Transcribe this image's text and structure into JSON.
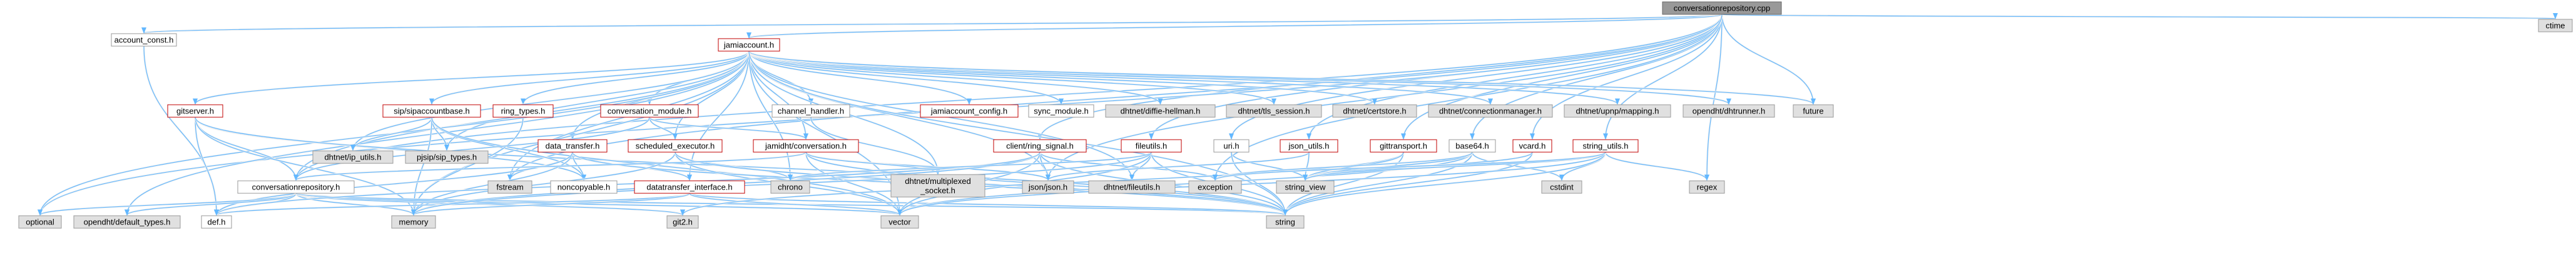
{
  "colors": {
    "edge": "#63b8ff",
    "edge_outline": "#f0f0f0",
    "root_fill": "#999999",
    "root_border": "#666666",
    "documented_fill": "#ffffff",
    "documented_border": "#c00000",
    "plain_fill": "#ffffff",
    "plain_border": "#999999",
    "external_fill": "#e0e0e0",
    "external_border": "#999999"
  },
  "nodes": [
    {
      "id": "root",
      "label": "conversationrepository.cpp",
      "kind": "root"
    },
    {
      "id": "ctime",
      "label": "ctime",
      "kind": "external"
    },
    {
      "id": "account_const",
      "label": "account_const.h",
      "kind": "plain"
    },
    {
      "id": "jamiaccount",
      "label": "jamiaccount.h",
      "kind": "documented"
    },
    {
      "id": "gitserver",
      "label": "gitserver.h",
      "kind": "documented"
    },
    {
      "id": "sipaccountbase",
      "label": "sip/sipaccountbase.h",
      "kind": "documented"
    },
    {
      "id": "ring_types",
      "label": "ring_types.h",
      "kind": "documented"
    },
    {
      "id": "conversation_module",
      "label": "conversation_module.h",
      "kind": "documented"
    },
    {
      "id": "data_transfer",
      "label": "data_transfer.h",
      "kind": "documented"
    },
    {
      "id": "scheduled_executor",
      "label": "scheduled_executor.h",
      "kind": "documented"
    },
    {
      "id": "channel_handler",
      "label": "channel_handler.h",
      "kind": "plain"
    },
    {
      "id": "jamidht_conversation",
      "label": "jamidht/conversation.h",
      "kind": "documented"
    },
    {
      "id": "jamiaccount_config",
      "label": "jamiaccount_config.h",
      "kind": "documented"
    },
    {
      "id": "sync_module",
      "label": "sync_module.h",
      "kind": "plain"
    },
    {
      "id": "diffie_hellman",
      "label": "dhtnet/diffie-hellman.h",
      "kind": "external"
    },
    {
      "id": "tls_session",
      "label": "dhtnet/tls_session.h",
      "kind": "external"
    },
    {
      "id": "certstore",
      "label": "dhtnet/certstore.h",
      "kind": "external"
    },
    {
      "id": "connectionmanager",
      "label": "dhtnet/connectionmanager.h",
      "kind": "external"
    },
    {
      "id": "upnp_mapping",
      "label": "dhtnet/upnp/mapping.h",
      "kind": "external"
    },
    {
      "id": "dhtrunner",
      "label": "opendht/dhtrunner.h",
      "kind": "external"
    },
    {
      "id": "future",
      "label": "future",
      "kind": "external"
    },
    {
      "id": "client_ring_signal",
      "label": "client/ring_signal.h",
      "kind": "documented"
    },
    {
      "id": "fileutils",
      "label": "fileutils.h",
      "kind": "documented"
    },
    {
      "id": "uri",
      "label": "uri.h",
      "kind": "plain"
    },
    {
      "id": "json_utils",
      "label": "json_utils.h",
      "kind": "documented"
    },
    {
      "id": "gittransport",
      "label": "gittransport.h",
      "kind": "documented"
    },
    {
      "id": "base64",
      "label": "base64.h",
      "kind": "plain"
    },
    {
      "id": "vcard",
      "label": "vcard.h",
      "kind": "documented"
    },
    {
      "id": "string_utils",
      "label": "string_utils.h",
      "kind": "documented"
    },
    {
      "id": "regex",
      "label": "regex",
      "kind": "external"
    },
    {
      "id": "dhtnet_ip_utils",
      "label": "dhtnet/ip_utils.h",
      "kind": "external"
    },
    {
      "id": "pjsip_types",
      "label": "pjsip/sip_types.h",
      "kind": "external"
    },
    {
      "id": "conversationrepository_h",
      "label": "conversationrepository.h",
      "kind": "plain"
    },
    {
      "id": "fstream",
      "label": "fstream",
      "kind": "external"
    },
    {
      "id": "noncopyable",
      "label": "noncopyable.h",
      "kind": "plain"
    },
    {
      "id": "datatransfer_interface",
      "label": "datatransfer_interface.h",
      "kind": "documented"
    },
    {
      "id": "chrono",
      "label": "chrono",
      "kind": "external"
    },
    {
      "id": "multiplexed_socket",
      "label": "dhtnet/multiplexed\n_socket.h",
      "kind": "external"
    },
    {
      "id": "jsoncpp",
      "label": "json/json.h",
      "kind": "external"
    },
    {
      "id": "dhtnet_fileutils",
      "label": "dhtnet/fileutils.h",
      "kind": "external"
    },
    {
      "id": "exception",
      "label": "exception",
      "kind": "external"
    },
    {
      "id": "string_view",
      "label": "string_view",
      "kind": "external"
    },
    {
      "id": "cstdint",
      "label": "cstdint",
      "kind": "external"
    },
    {
      "id": "optional",
      "label": "optional",
      "kind": "external"
    },
    {
      "id": "default_types",
      "label": "opendht/default_types.h",
      "kind": "external"
    },
    {
      "id": "def",
      "label": "def.h",
      "kind": "plain"
    },
    {
      "id": "memory",
      "label": "memory",
      "kind": "external"
    },
    {
      "id": "git2",
      "label": "git2.h",
      "kind": "external"
    },
    {
      "id": "vector",
      "label": "vector",
      "kind": "external"
    },
    {
      "id": "string",
      "label": "string",
      "kind": "external"
    }
  ],
  "edges": [
    [
      "root",
      "ctime"
    ],
    [
      "root",
      "account_const"
    ],
    [
      "root",
      "jamiaccount"
    ],
    [
      "root",
      "client_ring_signal"
    ],
    [
      "root",
      "fileutils"
    ],
    [
      "root",
      "uri"
    ],
    [
      "root",
      "json_utils"
    ],
    [
      "root",
      "gittransport"
    ],
    [
      "root",
      "base64"
    ],
    [
      "root",
      "vcard"
    ],
    [
      "root",
      "string_utils"
    ],
    [
      "root",
      "regex"
    ],
    [
      "root",
      "conversationrepository_h"
    ],
    [
      "root",
      "future"
    ],
    [
      "root",
      "optional"
    ],
    [
      "root",
      "fstream"
    ],
    [
      "root",
      "exception"
    ],
    [
      "root",
      "jsoncpp"
    ],
    [
      "account_const",
      "def"
    ],
    [
      "jamiaccount",
      "gitserver"
    ],
    [
      "jamiaccount",
      "sipaccountbase"
    ],
    [
      "jamiaccount",
      "ring_types"
    ],
    [
      "jamiaccount",
      "conversation_module"
    ],
    [
      "jamiaccount",
      "data_transfer"
    ],
    [
      "jamiaccount",
      "scheduled_executor"
    ],
    [
      "jamiaccount",
      "channel_handler"
    ],
    [
      "jamiaccount",
      "jamidht_conversation"
    ],
    [
      "jamiaccount",
      "jamiaccount_config"
    ],
    [
      "jamiaccount",
      "sync_module"
    ],
    [
      "jamiaccount",
      "diffie_hellman"
    ],
    [
      "jamiaccount",
      "tls_session"
    ],
    [
      "jamiaccount",
      "certstore"
    ],
    [
      "jamiaccount",
      "connectionmanager"
    ],
    [
      "jamiaccount",
      "upnp_mapping"
    ],
    [
      "jamiaccount",
      "dhtrunner"
    ],
    [
      "jamiaccount",
      "future"
    ],
    [
      "jamiaccount",
      "dhtnet_ip_utils"
    ],
    [
      "jamiaccount",
      "pjsip_types"
    ],
    [
      "jamiaccount",
      "conversationrepository_h"
    ],
    [
      "jamiaccount",
      "fstream"
    ],
    [
      "jamiaccount",
      "datatransfer_interface"
    ],
    [
      "jamiaccount",
      "multiplexed_socket"
    ],
    [
      "jamiaccount",
      "jsoncpp"
    ],
    [
      "jamiaccount",
      "optional"
    ],
    [
      "jamiaccount",
      "default_types"
    ],
    [
      "jamiaccount",
      "memory"
    ],
    [
      "jamiaccount",
      "string"
    ],
    [
      "jamiaccount",
      "vector"
    ],
    [
      "jamiaccount",
      "chrono"
    ],
    [
      "jamiaccount",
      "dhtnet_fileutils"
    ],
    [
      "gitserver",
      "conversationrepository_h"
    ],
    [
      "gitserver",
      "def"
    ],
    [
      "gitserver",
      "noncopyable"
    ],
    [
      "gitserver",
      "memory"
    ],
    [
      "gitserver",
      "string"
    ],
    [
      "sipaccountbase",
      "dhtnet_ip_utils"
    ],
    [
      "sipaccountbase",
      "pjsip_types"
    ],
    [
      "sipaccountbase",
      "noncopyable"
    ],
    [
      "sipaccountbase",
      "memory"
    ],
    [
      "sipaccountbase",
      "vector"
    ],
    [
      "ring_types",
      "memory"
    ],
    [
      "conversation_module",
      "scheduled_executor"
    ],
    [
      "conversation_module",
      "jamidht_conversation"
    ],
    [
      "conversation_module",
      "conversationrepository_h"
    ],
    [
      "data_transfer",
      "noncopyable"
    ],
    [
      "data_transfer",
      "datatransfer_interface"
    ],
    [
      "data_transfer",
      "fstream"
    ],
    [
      "data_transfer",
      "memory"
    ],
    [
      "data_transfer",
      "string"
    ],
    [
      "data_transfer",
      "def"
    ],
    [
      "scheduled_executor",
      "chrono"
    ],
    [
      "scheduled_executor",
      "memory"
    ],
    [
      "scheduled_executor",
      "vector"
    ],
    [
      "scheduled_executor",
      "string"
    ],
    [
      "channel_handler",
      "multiplexed_socket"
    ],
    [
      "jamidht_conversation",
      "conversationrepository_h"
    ],
    [
      "jamidht_conversation",
      "jsoncpp"
    ],
    [
      "jamidht_conversation",
      "vector"
    ],
    [
      "jamidht_conversation",
      "string"
    ],
    [
      "jamidht_conversation",
      "multiplexed_socket"
    ],
    [
      "conversationrepository_h",
      "optional"
    ],
    [
      "conversationrepository_h",
      "default_types"
    ],
    [
      "conversationrepository_h",
      "def"
    ],
    [
      "conversationrepository_h",
      "memory"
    ],
    [
      "conversationrepository_h",
      "git2"
    ],
    [
      "conversationrepository_h",
      "vector"
    ],
    [
      "conversationrepository_h",
      "string"
    ],
    [
      "datatransfer_interface",
      "def"
    ],
    [
      "datatransfer_interface",
      "memory"
    ],
    [
      "datatransfer_interface",
      "string"
    ],
    [
      "datatransfer_interface",
      "vector"
    ],
    [
      "client_ring_signal",
      "jsoncpp"
    ],
    [
      "client_ring_signal",
      "exception"
    ],
    [
      "client_ring_signal",
      "memory"
    ],
    [
      "client_ring_signal",
      "string"
    ],
    [
      "client_ring_signal",
      "vector"
    ],
    [
      "client_ring_signal",
      "def"
    ],
    [
      "fileutils",
      "dhtnet_fileutils"
    ],
    [
      "fileutils",
      "chrono"
    ],
    [
      "fileutils",
      "string"
    ],
    [
      "fileutils",
      "vector"
    ],
    [
      "fileutils",
      "memory"
    ],
    [
      "uri",
      "string_view"
    ],
    [
      "uri",
      "string"
    ],
    [
      "json_utils",
      "jsoncpp"
    ],
    [
      "json_utils",
      "string_view"
    ],
    [
      "gittransport",
      "git2"
    ],
    [
      "gittransport",
      "string"
    ],
    [
      "gittransport",
      "string_view"
    ],
    [
      "base64",
      "string"
    ],
    [
      "base64",
      "vector"
    ],
    [
      "base64",
      "cstdint"
    ],
    [
      "base64",
      "string_view"
    ],
    [
      "base64",
      "exception"
    ],
    [
      "vcard",
      "string"
    ],
    [
      "vcard",
      "string_view"
    ],
    [
      "string_utils",
      "regex"
    ],
    [
      "string_utils",
      "cstdint"
    ],
    [
      "string_utils",
      "string"
    ],
    [
      "string_utils",
      "string_view"
    ],
    [
      "string_utils",
      "vector"
    ],
    [
      "string_utils",
      "exception"
    ]
  ]
}
